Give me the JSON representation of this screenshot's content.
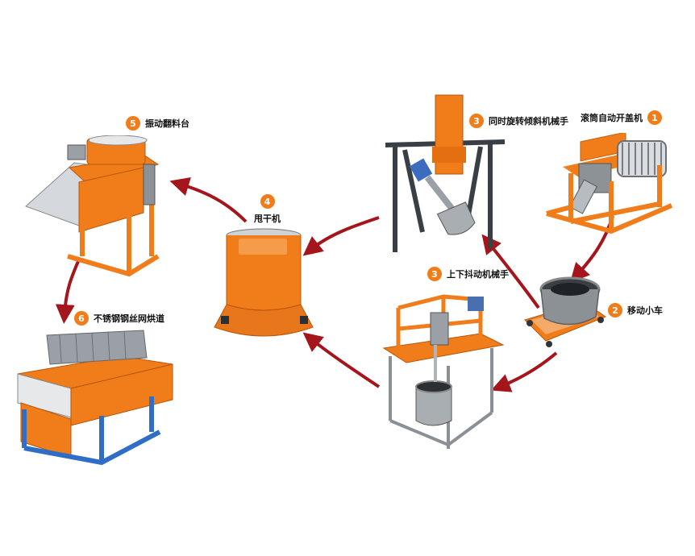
{
  "steps": [
    {
      "number": "1",
      "label": "滚筒自动开盖机"
    },
    {
      "number": "2",
      "label": "移动小车"
    },
    {
      "number": "3",
      "label": "上下抖动机械手"
    },
    {
      "number": "3",
      "label": "同时旋转倾斜机械手"
    },
    {
      "number": "4",
      "label": "甩干机"
    },
    {
      "number": "5",
      "label": "振动翻料台"
    },
    {
      "number": "6",
      "label": "不锈钢钢丝网烘道"
    }
  ],
  "colors": {
    "accent": "#f07d1a",
    "arrow": "#a5151c",
    "frame_blue": "#2f6ec4",
    "steel": "#9aa0a6",
    "dark_frame": "#3a3f45"
  }
}
